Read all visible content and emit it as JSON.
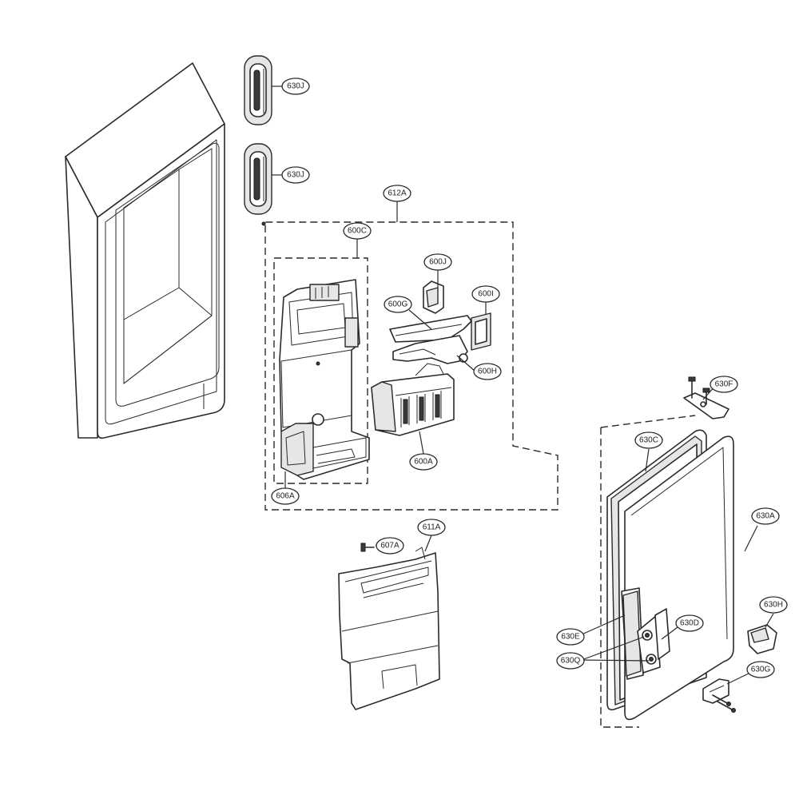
{
  "diagram": {
    "type": "exploded parts diagram",
    "callouts": [
      {
        "id": "c-630J-top",
        "label": "630J"
      },
      {
        "id": "c-630J-mid",
        "label": "630J"
      },
      {
        "id": "c-612A",
        "label": "612A"
      },
      {
        "id": "c-600C",
        "label": "600C"
      },
      {
        "id": "c-600J",
        "label": "600J"
      },
      {
        "id": "c-600I",
        "label": "600I"
      },
      {
        "id": "c-600G",
        "label": "600G"
      },
      {
        "id": "c-600H",
        "label": "600H"
      },
      {
        "id": "c-600A",
        "label": "600A"
      },
      {
        "id": "c-606A",
        "label": "606A"
      },
      {
        "id": "c-607A",
        "label": "607A"
      },
      {
        "id": "c-611A",
        "label": "611A"
      },
      {
        "id": "c-630F",
        "label": "630F"
      },
      {
        "id": "c-630C",
        "label": "630C"
      },
      {
        "id": "c-630A",
        "label": "630A"
      },
      {
        "id": "c-630H",
        "label": "630H"
      },
      {
        "id": "c-630D",
        "label": "630D"
      },
      {
        "id": "c-630E",
        "label": "630E"
      },
      {
        "id": "c-630Q",
        "label": "630Q"
      },
      {
        "id": "c-630G",
        "label": "630G"
      }
    ]
  }
}
